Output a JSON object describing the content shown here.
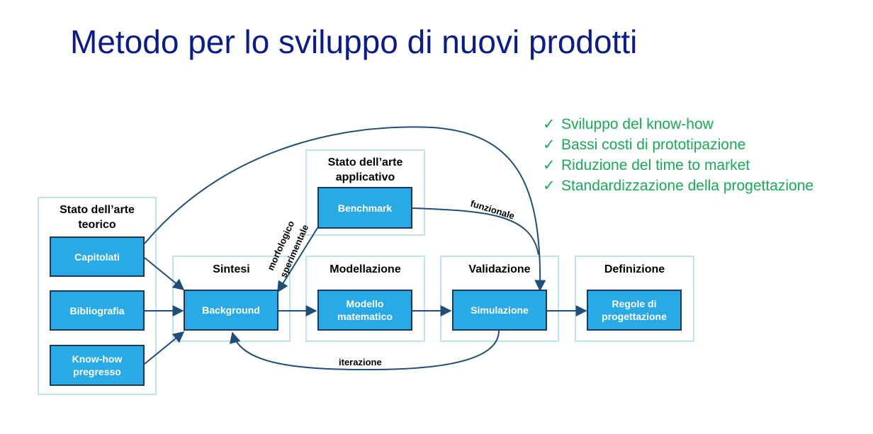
{
  "title": "Metodo per lo sviluppo di nuovi prodotti",
  "panels": {
    "teorico": "Stato dell’arte\nteorico",
    "applicativo": "Stato dell’arte\napplicativo",
    "sintesi": "Sintesi",
    "modellazione": "Modellazione",
    "validazione": "Validazione",
    "definizione": "Definizione"
  },
  "boxes": {
    "capitolati": "Capitolati",
    "bibliografia": "Bibliografia",
    "knowhow": "Know-how\npregresso",
    "benchmark": "Benchmark",
    "background": "Background",
    "modello": "Modello\nmatematico",
    "simulazione": "Simulazione",
    "regole": "Regole di\nprogettazione"
  },
  "edge_labels": {
    "funzionale": "funzionale",
    "morfologico": "morfologico",
    "sperimentale": "sperimentale",
    "iterazione": "iterazione"
  },
  "benefits": {
    "check_glyph": "✓",
    "items": [
      "Sviluppo del know-how",
      "Bassi costi di prototipazione",
      "Riduzione del time to market",
      "Standardizzazione della progettazione"
    ]
  },
  "colors": {
    "title": "#0a1c8c",
    "box_fill": "#29a9e6",
    "box_border": "#1a3a57",
    "panel_border": "#bfe3ef",
    "arrow": "#1f4e79",
    "benefit_text": "#1aa957"
  }
}
